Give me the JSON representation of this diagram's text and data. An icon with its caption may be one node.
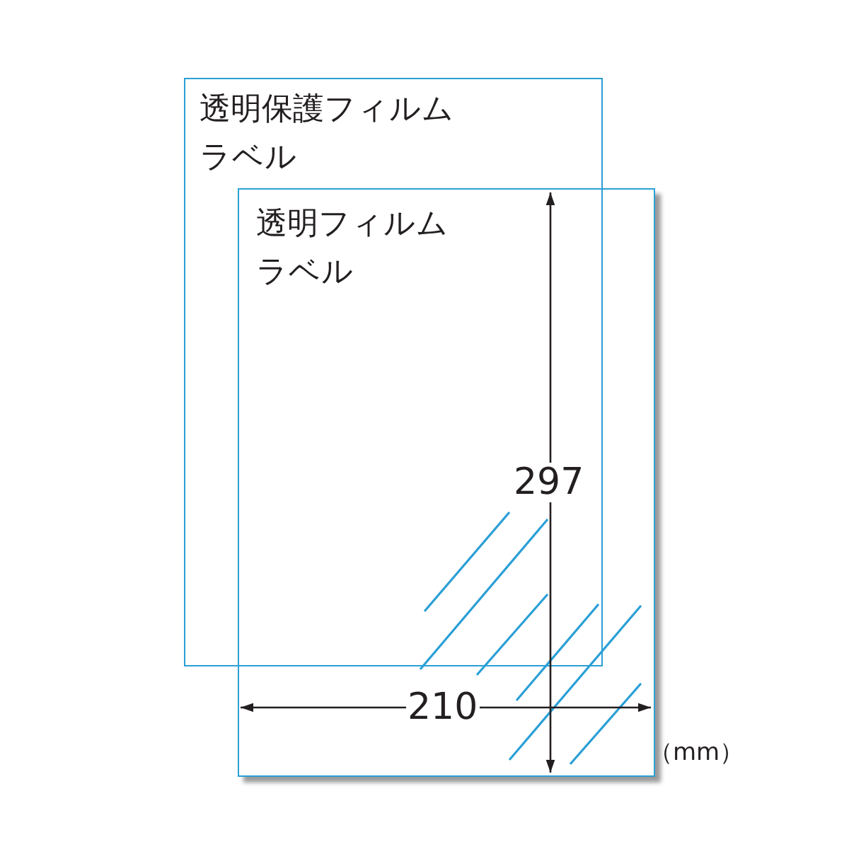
{
  "diagram": {
    "nodes": [
      {
        "text": [
          "透明保護フィルムラベル"
        ]
      },
      {
        "text": [
          "透明フィルムラベル"
        ]
      }
    ],
    "labels": [
      "297",
      "210",
      "（mm）"
    ]
  }
}
